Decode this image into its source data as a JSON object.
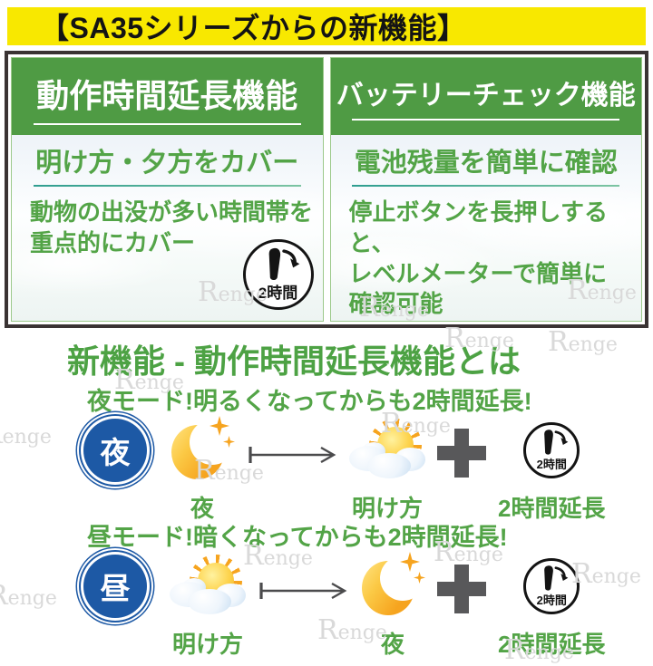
{
  "banner": {
    "title": "【SA35シリーズからの新機能】"
  },
  "feature_box": {
    "left": {
      "header": "動作時間延長機能",
      "subtitle": "明け方・夕方をカバー",
      "body_lines": [
        "動物の出没が多い時間帯を",
        "重点的にカバー"
      ],
      "clock_label": "2時間"
    },
    "right": {
      "header": "バッテリーチェック機能",
      "subtitle": "電池残量を簡単に確認",
      "body_lines": [
        "停止ボタンを長押しすると、",
        "レベルメーターで簡単に",
        "確認可能"
      ]
    }
  },
  "section": {
    "title": "新機能 - 動作時間延長機能とは",
    "night": {
      "heading": "夜モード!明るくなってからも2時間延長!",
      "badge": "夜",
      "from_label": "夜",
      "to_label": "明け方",
      "clock_label": "2時間",
      "plus_result_label": "2時間延長"
    },
    "day": {
      "heading": "昼モード!暗くなってからも2時間延長!",
      "badge": "昼",
      "from_label": "明け方",
      "to_label": "夜",
      "clock_label": "2時間",
      "plus_result_label": "2時間延長"
    }
  },
  "watermark": "Renge",
  "colors": {
    "banner_yellow": "#f8e800",
    "header_green": "#4f9b44",
    "text_green": "#53a447",
    "badge_blue": "#1d59a5",
    "plus_gray": "#58585a",
    "frame_dark": "#3a3333",
    "icon_orange": "#f6a41f"
  }
}
